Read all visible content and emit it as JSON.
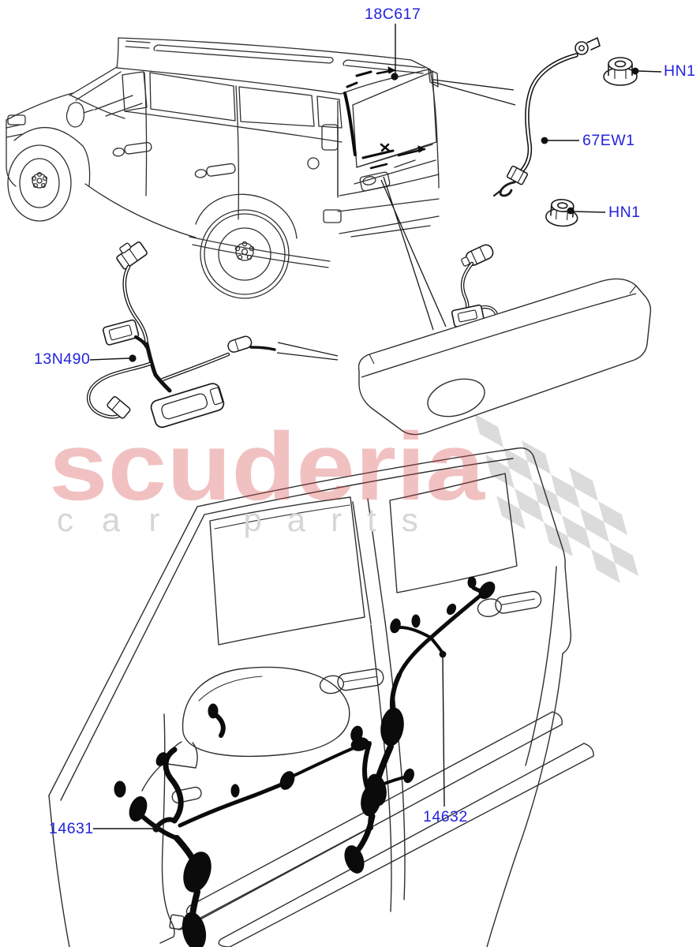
{
  "page": {
    "background_color": "#ffffff",
    "accent_link_blue": "#2323dd",
    "line_color": "#2f2f2f",
    "harness_fill": "#0b0b0b",
    "watermark_pink": "rgba(214,72,72,0.34)",
    "watermark_gray": "#d6d6d6",
    "flag_gray": "#d8d8d8"
  },
  "watermark": {
    "brand": "scuderia",
    "tagline_word1": "car",
    "tagline_word2": "parts"
  },
  "labels": [
    {
      "id": "tailgate-harness",
      "part_number": "18C617"
    },
    {
      "id": "nut-upper",
      "part_number": "HN1"
    },
    {
      "id": "battery-ground-cable",
      "part_number": "67EW1"
    },
    {
      "id": "nut-lower",
      "part_number": "HN1"
    },
    {
      "id": "licence-plate-lamp-harness",
      "part_number": "13N490"
    },
    {
      "id": "front-door-harness",
      "part_number": "14631"
    },
    {
      "id": "rear-door-harness",
      "part_number": "14632"
    }
  ]
}
